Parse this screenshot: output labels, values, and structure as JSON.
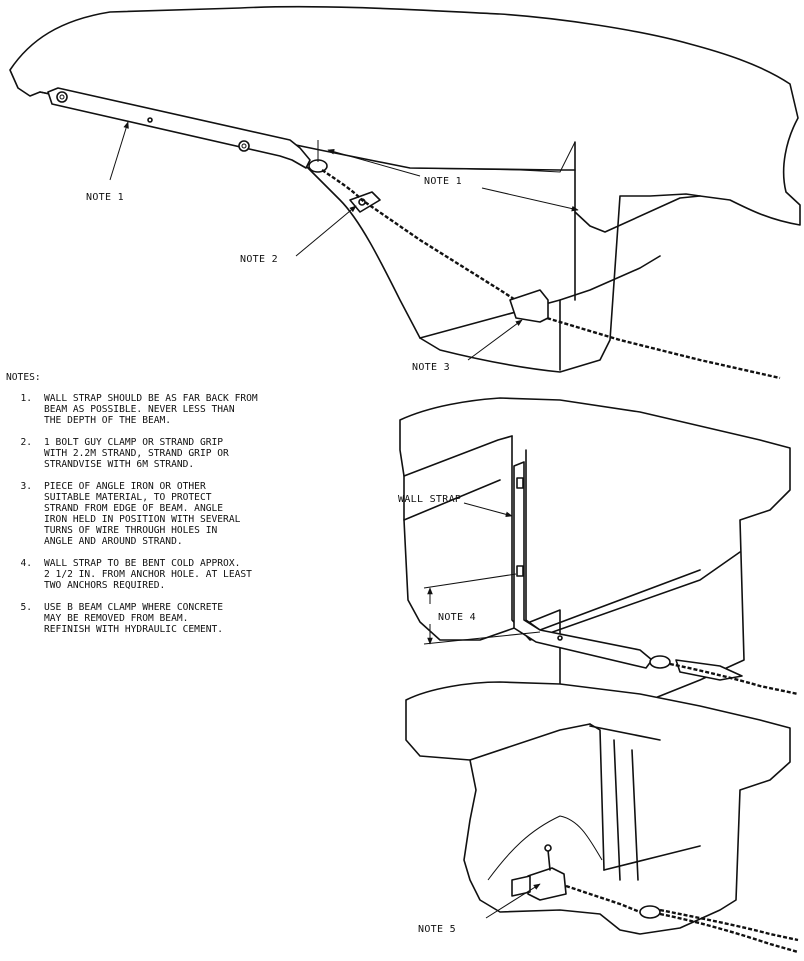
{
  "labels": {
    "note1_left": "NOTE 1",
    "note1_right": "NOTE 1",
    "note2": "NOTE 2",
    "note3": "NOTE 3",
    "wall_strap": "WALL STRAP",
    "note4": "NOTE 4",
    "note5": "NOTE 5"
  },
  "notes": {
    "heading": "NOTES:",
    "items": [
      {
        "num": "1.",
        "text": "WALL STRAP SHOULD BE AS FAR BACK FROM\nBEAM AS POSSIBLE.  NEVER LESS THAN\nTHE DEPTH OF THE BEAM."
      },
      {
        "num": "2.",
        "text": "1 BOLT GUY CLAMP OR STRAND GRIP\nWITH 2.2M STRAND, STRAND GRIP OR\nSTRANDVISE WITH 6M STRAND."
      },
      {
        "num": "3.",
        "text": "PIECE OF ANGLE IRON OR OTHER\nSUITABLE MATERIAL, TO PROTECT\nSTRAND FROM EDGE OF BEAM.  ANGLE\nIRON HELD IN POSITION WITH SEVERAL\nTURNS OF WIRE THROUGH HOLES IN\nANGLE AND AROUND STRAND."
      },
      {
        "num": "4.",
        "text": "WALL STRAP TO BE BENT COLD APPROX.\n2 1/2 IN. FROM ANCHOR HOLE.  AT LEAST\nTWO ANCHORS REQUIRED."
      },
      {
        "num": "5.",
        "text": "USE B BEAM CLAMP WHERE CONCRETE\nMAY BE REMOVED FROM BEAM.\nREFINISH WITH HYDRAULIC CEMENT."
      }
    ]
  }
}
